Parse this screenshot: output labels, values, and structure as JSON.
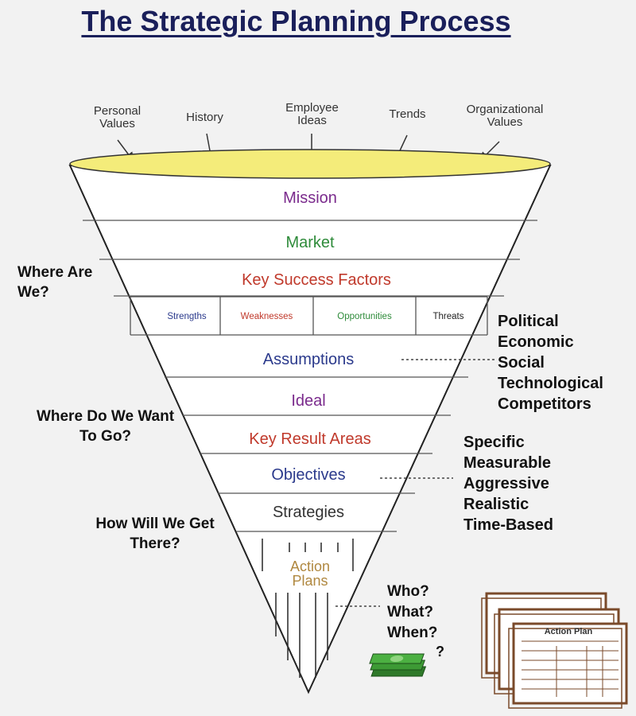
{
  "title": "The Strategic Planning Process",
  "inputs": [
    "Personal Values",
    "History",
    "Employee Ideas",
    "Trends",
    "Organizational Values"
  ],
  "layers": {
    "mission": "Mission",
    "market": "Market",
    "key_success_factors": "Key Success Factors",
    "swot": [
      "Strengths",
      "Weaknesses",
      "Opportunities",
      "Threats"
    ],
    "assumptions": "Assumptions",
    "ideal": "Ideal",
    "key_result_areas": "Key Result Areas",
    "objectives": "Objectives",
    "strategies": "Strategies",
    "action_plans": "Action Plans"
  },
  "questions": {
    "where_are_we": "Where Are We?",
    "where_do_we_want_to_go": "Where Do We Want To Go?",
    "how_will_we_get_there": "How Will We Get There?"
  },
  "assumption_factors": [
    "Political",
    "Economic",
    "Social",
    "Technological",
    "Competitors"
  ],
  "objective_criteria": [
    "Specific",
    "Measurable",
    "Aggressive",
    "Realistic",
    "Time-Based"
  ],
  "action_questions": [
    "Who?",
    "What?",
    "When?"
  ],
  "money_question": "?",
  "action_plan_doc_title": "Action Plan",
  "colors": {
    "mission": "#7a2a8c",
    "market": "#2e8b3a",
    "key_success_factors": "#c0392b",
    "strengths": "#2b3a8c",
    "weaknesses": "#c0392b",
    "opportunities": "#2e8b3a",
    "threats": "#222222",
    "assumptions": "#2b3a8c",
    "ideal": "#7a2a8c",
    "key_result_areas": "#c0392b",
    "objectives": "#2b3a8c",
    "strategies": "#333333",
    "action_plans": "#b08840",
    "funnel_top": "#f4ec7a"
  }
}
